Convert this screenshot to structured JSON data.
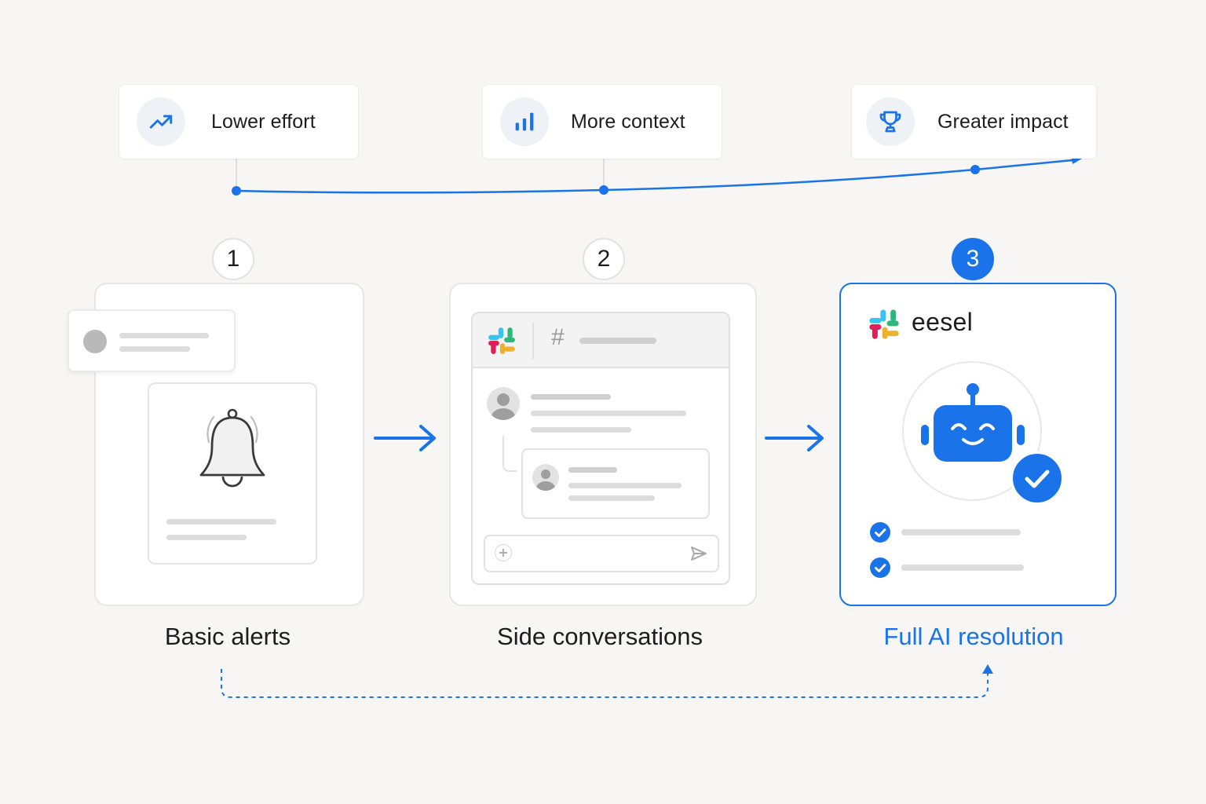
{
  "benefits": [
    {
      "label": "Lower effort",
      "icon": "trending-up-icon"
    },
    {
      "label": "More context",
      "icon": "bar-chart-icon"
    },
    {
      "label": "Greater impact",
      "icon": "trophy-icon"
    }
  ],
  "steps": [
    {
      "number": "1",
      "caption": "Basic alerts"
    },
    {
      "number": "2",
      "caption": "Side conversations"
    },
    {
      "number": "3",
      "caption": "Full AI resolution"
    }
  ],
  "channel": {
    "hash": "#"
  },
  "brand": {
    "name": "eesel"
  },
  "colors": {
    "accent": "#1a73e8",
    "slack_blue": "#36c5f0",
    "slack_green": "#2eb67d",
    "slack_yellow": "#ecb22e",
    "slack_red": "#e01e5a"
  }
}
